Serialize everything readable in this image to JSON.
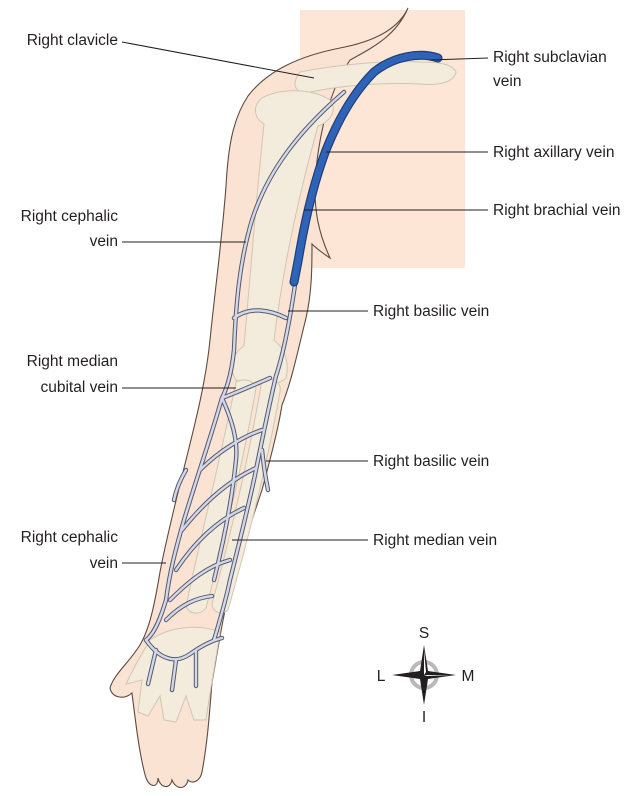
{
  "labels": {
    "right_clavicle": "Right clavicle",
    "right_subclavian_vein_1": "Right subclavian",
    "right_subclavian_vein_2": "vein",
    "right_axillary_vein": "Right axillary vein",
    "right_brachial_vein": "Right brachial vein",
    "right_cephalic_vein_upper_1": "Right cephalic",
    "right_cephalic_vein_upper_2": "vein",
    "right_basilic_vein_upper": "Right basilic vein",
    "right_median_cubital_vein_1": "Right median",
    "right_median_cubital_vein_2": "cubital vein",
    "right_basilic_vein_lower": "Right basilic vein",
    "right_cephalic_vein_lower_1": "Right cephalic",
    "right_cephalic_vein_lower_2": "vein",
    "right_median_vein": "Right median vein"
  },
  "compass": {
    "superior": "S",
    "inferior": "I",
    "lateral": "L",
    "medial": "M"
  },
  "colors": {
    "skin": "#fbe3d3",
    "torso_panel": "#fde6d6",
    "bone": "#f3ecdc",
    "vein_highlighted": "#2f63b8",
    "vein_other": "#d2d8ea"
  }
}
